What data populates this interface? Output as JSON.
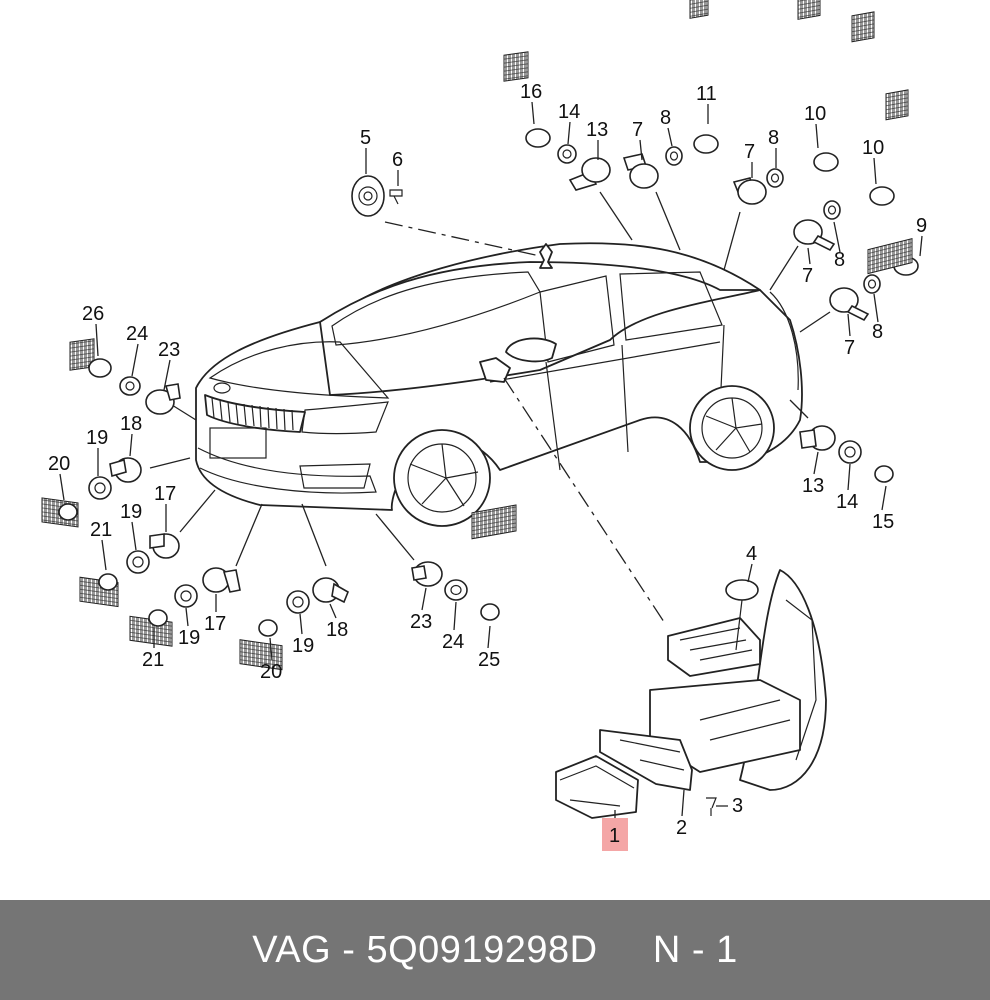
{
  "footer": {
    "part_code": "VAG - 5Q0919298D",
    "position": "N - 1"
  },
  "highlight_color": "#f4a6a6",
  "callouts": [
    {
      "id": "c16a",
      "text": "16"
    },
    {
      "id": "c14a",
      "text": "14"
    },
    {
      "id": "c13a",
      "text": "13"
    },
    {
      "id": "c7a",
      "text": "7"
    },
    {
      "id": "c8a",
      "text": "8"
    },
    {
      "id": "c11",
      "text": "11"
    },
    {
      "id": "c7b",
      "text": "7"
    },
    {
      "id": "c8b",
      "text": "8"
    },
    {
      "id": "c10a",
      "text": "10"
    },
    {
      "id": "c10b",
      "text": "10"
    },
    {
      "id": "c9",
      "text": "9"
    },
    {
      "id": "c7c",
      "text": "7"
    },
    {
      "id": "c8c",
      "text": "8"
    },
    {
      "id": "c8d",
      "text": "8"
    },
    {
      "id": "c7d",
      "text": "7"
    },
    {
      "id": "c5",
      "text": "5"
    },
    {
      "id": "c6",
      "text": "6"
    },
    {
      "id": "c26",
      "text": "26"
    },
    {
      "id": "c24a",
      "text": "24"
    },
    {
      "id": "c23a",
      "text": "23"
    },
    {
      "id": "c18a",
      "text": "18"
    },
    {
      "id": "c19a",
      "text": "19"
    },
    {
      "id": "c20a",
      "text": "20"
    },
    {
      "id": "c17a",
      "text": "17"
    },
    {
      "id": "c19b",
      "text": "19"
    },
    {
      "id": "c21a",
      "text": "21"
    },
    {
      "id": "c19c",
      "text": "19"
    },
    {
      "id": "c17b",
      "text": "17"
    },
    {
      "id": "c21b",
      "text": "21"
    },
    {
      "id": "c19d",
      "text": "19"
    },
    {
      "id": "c18b",
      "text": "18"
    },
    {
      "id": "c20b",
      "text": "20"
    },
    {
      "id": "c23b",
      "text": "23"
    },
    {
      "id": "c24b",
      "text": "24"
    },
    {
      "id": "c25",
      "text": "25"
    },
    {
      "id": "c13b",
      "text": "13"
    },
    {
      "id": "c14b",
      "text": "14"
    },
    {
      "id": "c15",
      "text": "15"
    },
    {
      "id": "c4",
      "text": "4"
    },
    {
      "id": "c3",
      "text": "3"
    },
    {
      "id": "c2",
      "text": "2"
    },
    {
      "id": "c1",
      "text": "1"
    }
  ]
}
